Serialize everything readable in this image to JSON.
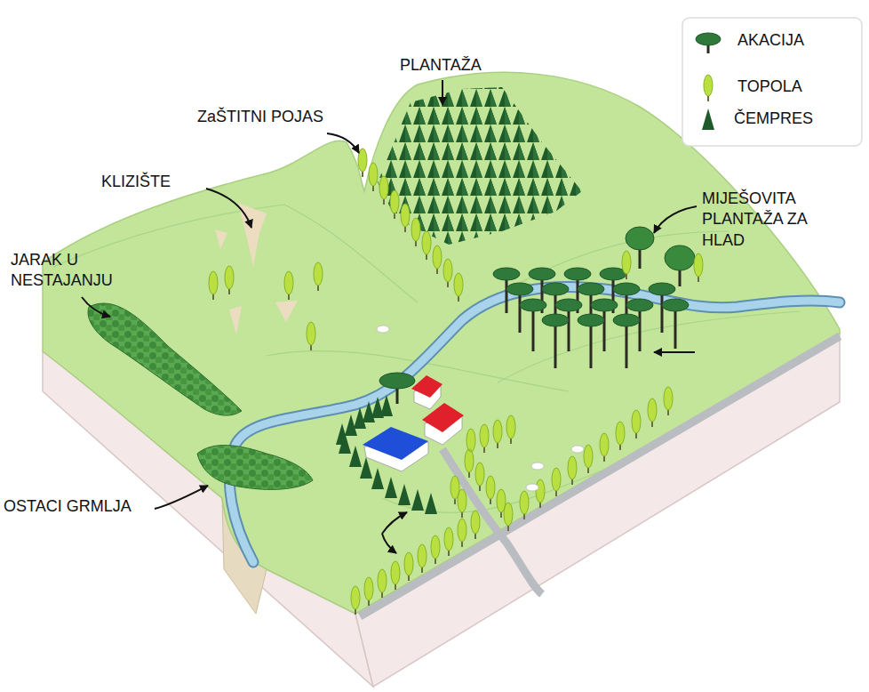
{
  "diagram": {
    "labels": [
      "PLANTAŽA",
      "ZaŠTITNI POJAS",
      "KLIZIŠTE",
      "JARAK U NESTAJANJU",
      "MIJEŠOVITA PLANTAŽA ZA HLAD",
      "OSTACI GRMLJA"
    ],
    "legend": [
      {
        "text": "AKACIJA"
      },
      {
        "text": "TOPOLA"
      },
      {
        "text": "ČEMPRES"
      }
    ]
  }
}
